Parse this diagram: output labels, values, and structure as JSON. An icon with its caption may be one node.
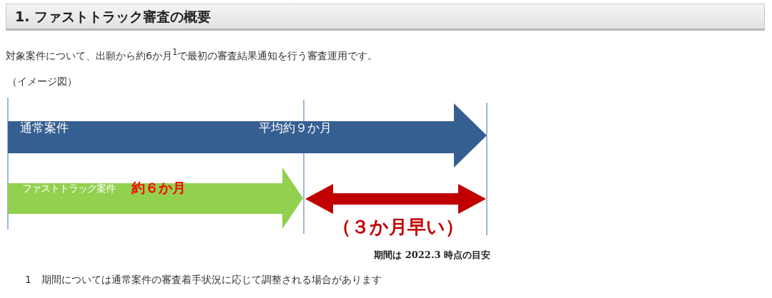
{
  "diagram": {
    "title": "1. ファストトラック審査の概要",
    "nodes": [
      {
        "text": [
          "通常案件",
          "平均約９か月"
        ]
      },
      {
        "text": [
          "ファストトラック案件",
          "約６か月"
        ]
      },
      {
        "text": [
          "（３か月早い）"
        ]
      }
    ],
    "labels": [
      "対象案件について、出願から約6か月$^{1}$で最初の審査結果通知を行う審査運用です。",
      "（イメージ図）",
      "期間は 2022.3 時点の目安",
      "1　期間については通常案件の審査着手状況に応じて調整される場合があります"
    ]
  }
}
